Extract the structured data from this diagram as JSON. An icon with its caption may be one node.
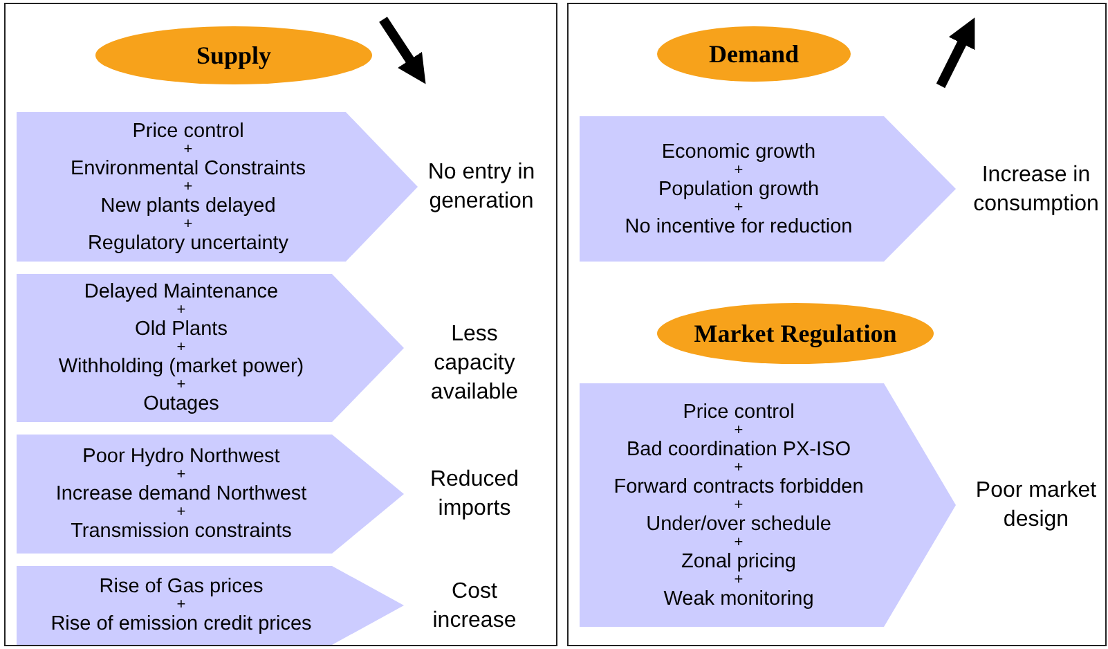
{
  "diagram": {
    "nodes": [
      {
        "text": [],
        "shape": "box"
      },
      {
        "text": [
          "Supply"
        ],
        "in": 0
      },
      {
        "text": [
          "Price control",
          "+",
          "Environmental Constraints",
          "+",
          "New plants delayed",
          "+",
          "Regulatory uncertainty"
        ],
        "in": 0,
        "beside": [
          "No entry in generation"
        ]
      },
      {
        "text": [
          "Delayed Maintenance",
          "+",
          "Old Plants",
          "+",
          "Withholding (market power)",
          "+",
          "Outages"
        ],
        "in": 0,
        "beside": [
          "Less capacity available"
        ]
      },
      {
        "text": [
          "Poor Hydro Northwest",
          "+",
          "Increase demand Northwest",
          "+",
          "Transmission constraints"
        ],
        "in": 0,
        "beside": [
          "Reduced imports"
        ]
      },
      {
        "text": [
          "Rise of Gas prices",
          "+",
          "Rise of emission credit prices"
        ],
        "in": 0,
        "beside": [
          "Cost increase"
        ]
      },
      {
        "text": [],
        "shape": "box"
      },
      {
        "text": [
          "Demand"
        ],
        "in": 6
      },
      {
        "text": [
          "Economic growth",
          "+",
          "Population growth",
          "+",
          "No incentive for reduction"
        ],
        "in": 6,
        "beside": [
          "Increase in consumption"
        ]
      },
      {
        "text": [
          "Market Regulation"
        ],
        "in": 6
      },
      {
        "text": [
          "Price control",
          "+",
          "Bad coordination PX-ISO",
          "+",
          "Forward contracts forbidden",
          "+",
          "Under/over schedule",
          "+",
          "Zonal pricing",
          "+",
          "Weak monitoring"
        ],
        "in": 6,
        "beside": [
          "Poor market design"
        ]
      }
    ]
  }
}
